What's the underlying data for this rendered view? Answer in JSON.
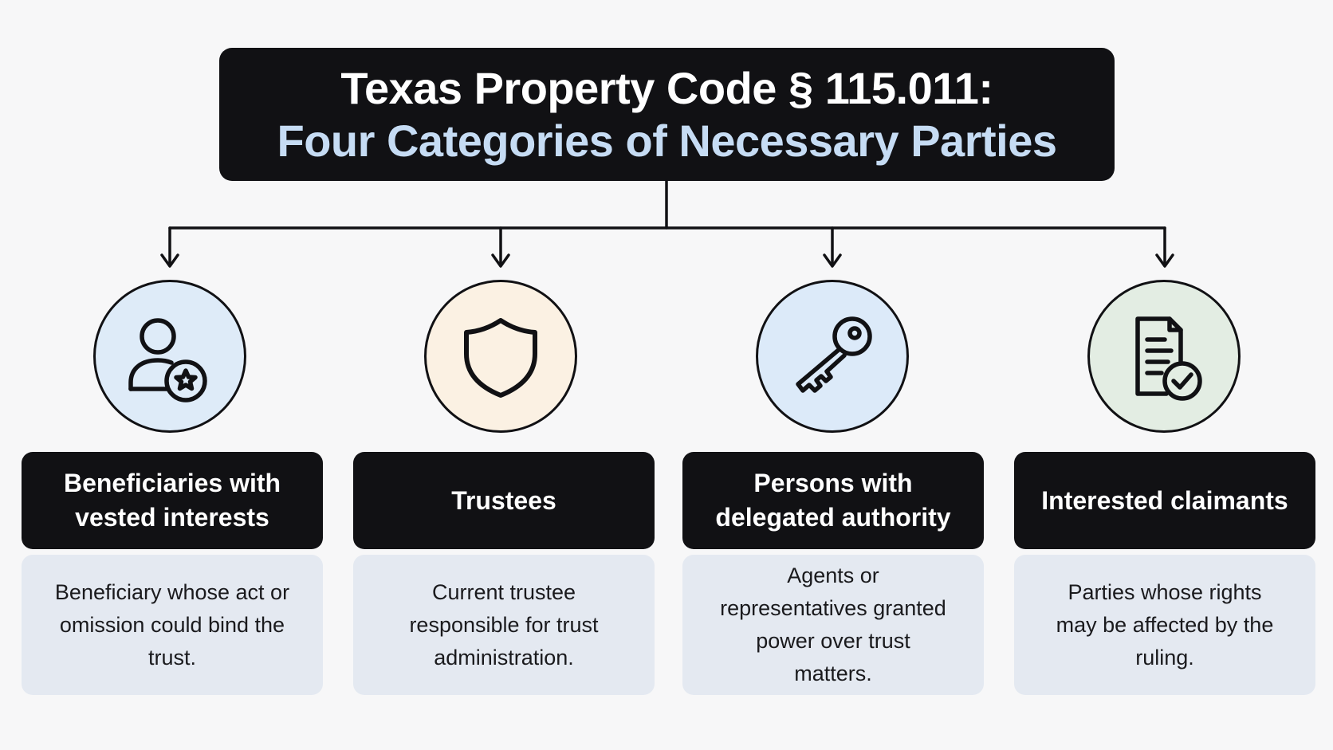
{
  "title": {
    "line1": "Texas Property Code § 115.011:",
    "line2": "Four Categories of Necessary Parties"
  },
  "categories": [
    {
      "icon": "person-star-icon",
      "circle_color": "#deebf8",
      "label": "Beneficiaries with vested interests",
      "description": "Beneficiary whose act or omission could bind the trust."
    },
    {
      "icon": "shield-icon",
      "circle_color": "#fbf1e3",
      "label": "Trustees",
      "description": "Current trustee responsible for trust administration."
    },
    {
      "icon": "key-icon",
      "circle_color": "#dceaf9",
      "label": "Persons with delegated authority",
      "description": "Agents or representatives granted power over trust matters."
    },
    {
      "icon": "document-check-icon",
      "circle_color": "#e3ede3",
      "label": "Interested claimants",
      "description": "Parties whose rights may be affected by the ruling."
    }
  ]
}
